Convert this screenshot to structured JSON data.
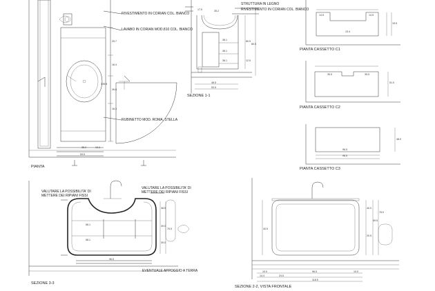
{
  "views": {
    "pianta": {
      "title": "PIANTA"
    },
    "sezione_1_1": {
      "title": "SEZIONE 1-1"
    },
    "pianta_c1": {
      "title": "PIANTA CASSETTO C1"
    },
    "pianta_c2": {
      "title": "PIANTA CASSETTO C2"
    },
    "pianta_c3": {
      "title": "PIANTA CASSETTO C3"
    },
    "sezione_3_3": {
      "title": "SEZIONE 3-3"
    },
    "sezione_2_2": {
      "title": "SEZIONE 2-2, VISTA FRONTALE"
    }
  },
  "labels": {
    "rivestimento_top": "RIVESTIMENTO IN CORIAN COL. BIANCO",
    "lavabo": "LAVABO IN CORIAN MOD.810 COL. BIANCO",
    "rubinetto": "RUBINETTO MOD. ROMA, STELLA",
    "struttura": "STRUTTURA IN LEGNO",
    "rivestimento_side": "RIVESTIMENTO IN CORIAN COL. BIANCO",
    "valutare_left_1": "VALUTARE LA POSSIBILITA' DI",
    "valutare_left_2": "METTERE DEI RIPIANI FISSI",
    "valutare_right_1": "VALUTARE LA POSSIBILITA' DI",
    "valutare_right_2": "METTERE DEI RIPIANI FISSI",
    "eventuale": "EVENTUALE APPOGGIO A TERRA"
  },
  "dims": {
    "pianta_bottom": [
      "35.2",
      "10.3",
      "53.5"
    ],
    "pianta_right": [
      "25.7",
      "16.4",
      "135.8",
      "26.8",
      "16.3"
    ],
    "sez11_top": [
      "17.5",
      "35.2"
    ],
    "sez11_inner": [
      "38.1",
      "38.1",
      "38.1"
    ],
    "sez11_right": [
      "80.5",
      "12.5",
      "80.5"
    ],
    "sez11_bottom": [
      "48.5",
      "53.5"
    ],
    "c1": [
      "14.5",
      "14.5",
      "13.4",
      "15.5"
    ],
    "c2": [
      "35.5",
      "35.5",
      "51.0"
    ],
    "c3": [
      "96.5",
      "96.5",
      "48.0"
    ],
    "sez33_inner": [
      "58.1",
      "58.1",
      "96.5"
    ],
    "sez33_right": [
      "38.5",
      "39.0",
      "39.0",
      "75.5"
    ],
    "sez22_right": [
      "40.0",
      "20.5",
      "59.5",
      "75.0"
    ],
    "sez22_left": [
      "40.5"
    ],
    "sez22_bottom": [
      "10.0",
      "96.5",
      "10.0",
      "14.4",
      "24.5",
      "118.5"
    ]
  }
}
